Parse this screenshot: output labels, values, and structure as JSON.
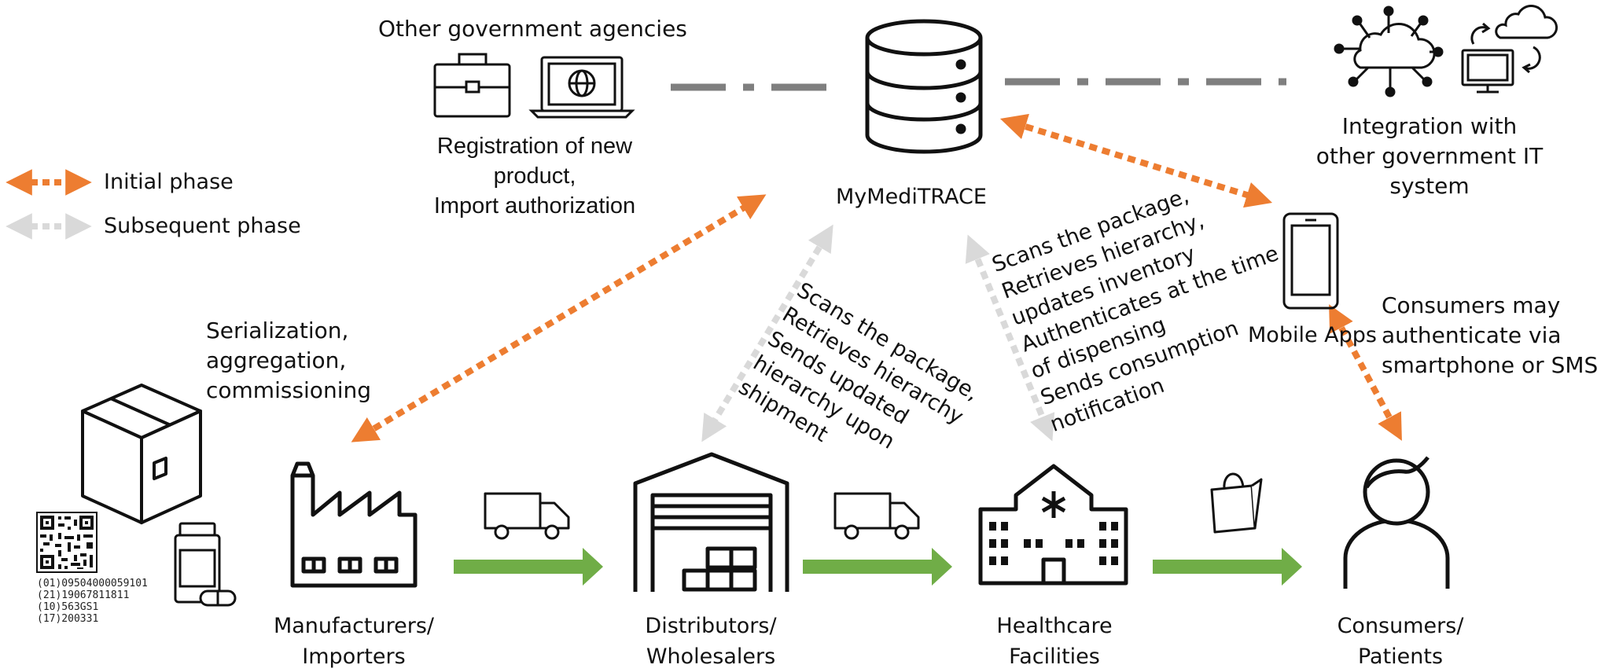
{
  "legend": {
    "initial": "Initial phase",
    "subsequent": "Subsequent phase",
    "initial_color": "#ED7D31",
    "subsequent_color": "#D9D9D9"
  },
  "agencies": {
    "title": "Other government agencies",
    "caption_l1": "Registration of new",
    "caption_l2": "product,",
    "caption_l3": "Import authorization"
  },
  "hub": {
    "label": "MyMediTRACE"
  },
  "integration": {
    "l1": "Integration with",
    "l2": "other government IT",
    "l3": "system"
  },
  "mobile": {
    "label": "Mobile Apps"
  },
  "consumers_note": {
    "l1": "Consumers may",
    "l2": "authenticate via",
    "l3": "smartphone or SMS"
  },
  "serialization": {
    "l1": "Serialization,",
    "l2": "aggregation,",
    "l3": "commissioning"
  },
  "barcode": {
    "l1": "(01)09504000059101",
    "l2": "(21)19067811811",
    "l3": "(10)563GS1",
    "l4": "(17)200331"
  },
  "wholesaler_steps": [
    "Scans the package,",
    "Retrieves hierarchy",
    "Sends updated",
    "hierarchy upon",
    "shipment"
  ],
  "facility_steps": [
    "Scans the package,",
    "Retrieves hierarchy,",
    "updates inventory",
    "Authenticates at the time",
    "of dispensing",
    "Sends consumption",
    "notification"
  ],
  "stakeholders": {
    "manufacturers": {
      "l1": "Manufacturers/",
      "l2": "Importers"
    },
    "distributors": {
      "l1": "Distributors/",
      "l2": "Wholesalers"
    },
    "healthcare": {
      "l1": "Healthcare",
      "l2": "Facilities"
    },
    "consumers": {
      "l1": "Consumers/",
      "l2": "Patients"
    }
  },
  "colors": {
    "flow_arrow": "#70AD47",
    "link_dash": "#7F7F7F",
    "icon": "#111111"
  }
}
